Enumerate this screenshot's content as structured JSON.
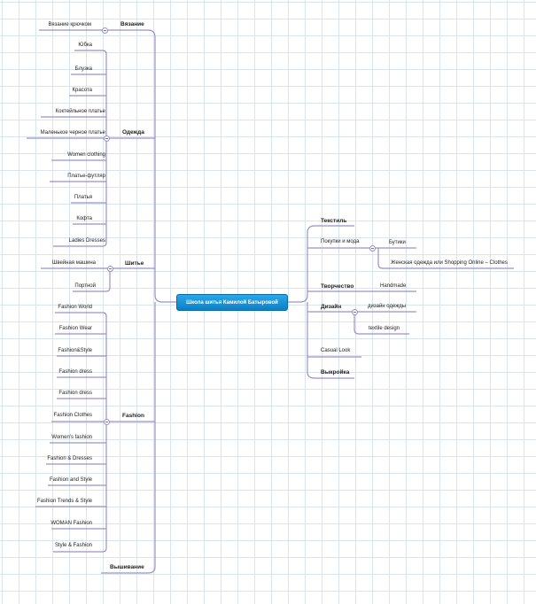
{
  "root": {
    "label": "Школа шитья Камилой Батыровой"
  },
  "left": [
    {
      "label": "Вязание",
      "children": [
        "Вязание крючком"
      ]
    },
    {
      "label": "Одежда",
      "children": [
        "Юбка",
        "Блузка",
        "Красота",
        "Коктейльное платье",
        "Маленькое черное платье",
        "Women clothing",
        "Платье-футляр",
        "Платья",
        "Кофта",
        "Ladies Dresses"
      ]
    },
    {
      "label": "Шитье",
      "children": [
        "Швейная машина",
        "Портной"
      ]
    },
    {
      "label": "Fashion",
      "children": [
        "Fashion World",
        "Fashion Wear",
        "Fashion&Style",
        "Fashion dress",
        "Fashion dress",
        "Fashion Clothes",
        "Women's fashion",
        "Fashion & Dresses",
        "Fashion and Style",
        "Fashion Trends & Style",
        "WOMAN Fashion",
        "Style & Fashion"
      ]
    },
    {
      "label": "Вышивание",
      "children": []
    }
  ],
  "right": [
    {
      "label": "Текстиль",
      "children": []
    },
    {
      "label": "Покупки и мода",
      "children": [
        "Бутики",
        "Женская одежда или Shopping Online – Clothes"
      ]
    },
    {
      "label": "Творчество",
      "children": [
        "Handmade"
      ]
    },
    {
      "label": "Дизайн",
      "children": [
        "дизайн одежды",
        "textile design"
      ]
    },
    {
      "label": "Casual Look",
      "children": []
    },
    {
      "label": "Выкройка",
      "children": []
    }
  ],
  "colors": {
    "line": "#9a92c4",
    "root_fill": "#1591d8",
    "grid": "#d8e4ee"
  }
}
